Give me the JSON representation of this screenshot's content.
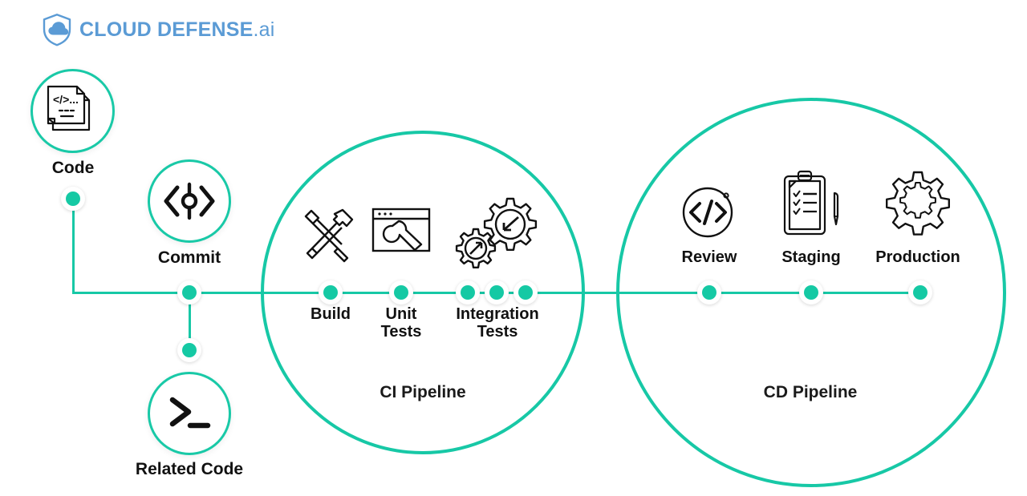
{
  "brand": {
    "name_bold": "CLOUD DEFENSE",
    "name_light": ".ai",
    "logo_icon": "cloud-shield-icon",
    "color": "#5b9bd5"
  },
  "theme": {
    "accent": "#17c8a6",
    "node_fill": "#15c9a4",
    "line": "#17c8a6",
    "icon_stroke": "#111111",
    "text": "#111111",
    "background": "#ffffff"
  },
  "sources": [
    {
      "id": "code",
      "label": "Code",
      "icon": "code-document-icon",
      "icon_text": "</>..."
    },
    {
      "id": "commit",
      "label": "Commit",
      "icon": "git-commit-icon"
    },
    {
      "id": "related-code",
      "label": "Related Code",
      "icon": "terminal-prompt-icon"
    }
  ],
  "pipelines": [
    {
      "id": "ci",
      "caption": "CI Pipeline",
      "stages": [
        {
          "id": "build",
          "label": "Build",
          "icon": "hammer-screwdriver-icon"
        },
        {
          "id": "unit-tests",
          "label": "Unit\nTests",
          "icon": "browser-wrench-icon"
        },
        {
          "id": "integration-tests",
          "label": "Integration\nTests",
          "icon": "two-gears-arrows-icon"
        }
      ]
    },
    {
      "id": "cd",
      "caption": "CD Pipeline",
      "stages": [
        {
          "id": "review",
          "label": "Review",
          "icon": "code-circle-icon"
        },
        {
          "id": "staging",
          "label": "Staging",
          "icon": "clipboard-checklist-pen-icon"
        },
        {
          "id": "production",
          "label": "Production",
          "icon": "gear-icon"
        }
      ]
    }
  ]
}
